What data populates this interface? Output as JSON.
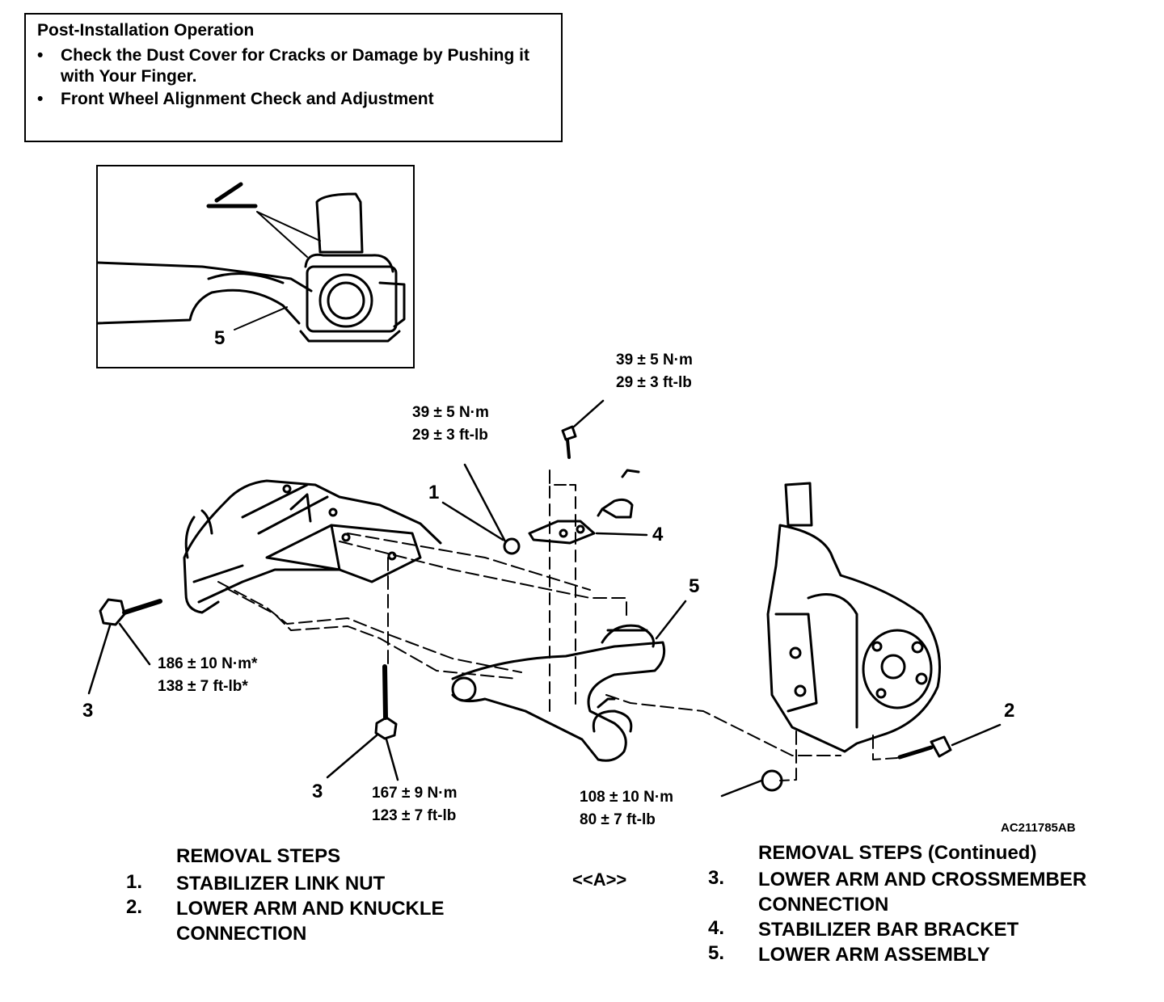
{
  "post_install": {
    "title": "Post-Installation Operation",
    "bullets": [
      "Check the Dust Cover for Cracks or Damage by Pushing it with Your Finger.",
      "Front Wheel Alignment Check and Adjustment"
    ]
  },
  "bullet_glyph": "•",
  "inset": {
    "callout": "5"
  },
  "callouts": {
    "c1": "1",
    "c2": "2",
    "c3a": "3",
    "c3b": "3",
    "c4": "4",
    "c5": "5"
  },
  "torques": {
    "top": [
      "39 ± 5 N·m",
      "29 ± 3 ft-lb"
    ],
    "link_nut": [
      "39 ± 5 N·m",
      "29 ± 3 ft-lb"
    ],
    "front_bolt": [
      "186 ± 10 N·m*",
      "138 ± 7 ft-lb*"
    ],
    "rear_bolt": [
      "167 ± 9 N·m",
      "123 ± 7 ft-lb"
    ],
    "knuckle_nut": [
      "108 ± 10 N·m",
      "80 ± 7 ft-lb"
    ]
  },
  "figure_code": "AC211785AB",
  "removal_left": {
    "heading": "REMOVAL STEPS",
    "steps": [
      {
        "num": "1.",
        "text": "STABILIZER LINK NUT"
      },
      {
        "num": "2.",
        "text": "LOWER ARM AND KNUCKLE CONNECTION"
      }
    ]
  },
  "marker": "<<A>>",
  "removal_right": {
    "heading": "REMOVAL STEPS (Continued)",
    "steps": [
      {
        "num": "3.",
        "text": "LOWER ARM AND CROSSMEMBER CONNECTION"
      },
      {
        "num": "4.",
        "text": "STABILIZER BAR BRACKET"
      },
      {
        "num": "5.",
        "text": "LOWER ARM ASSEMBLY"
      }
    ]
  }
}
